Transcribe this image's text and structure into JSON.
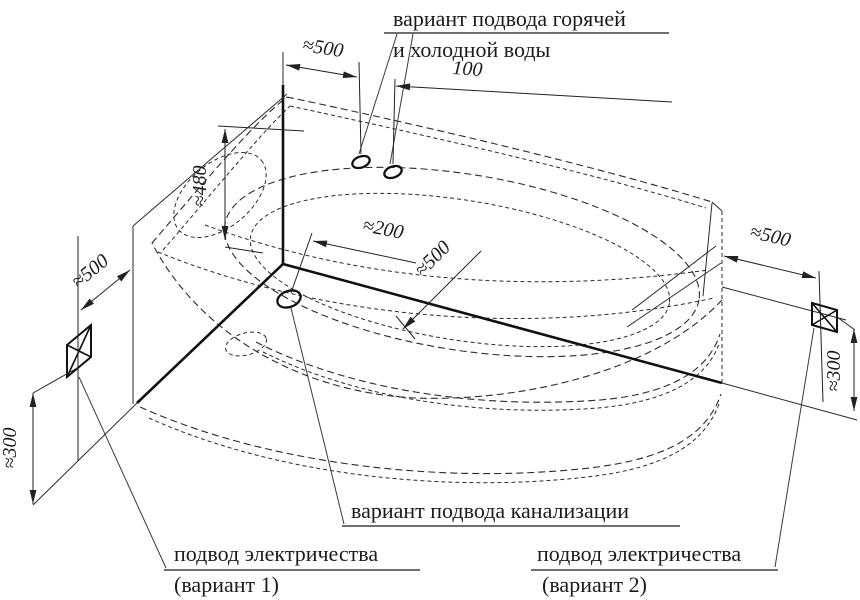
{
  "diagram": {
    "labels": {
      "water_supply_line1": "вариант подвода горячей",
      "water_supply_line2": "и холодной воды",
      "sewage": "вариант подвода канализации",
      "electric1_line1": "подвод электричества",
      "electric1_line2": "(вариант 1)",
      "electric2_line1": "подвод электричества",
      "electric2_line2": "(вариант 2)"
    },
    "dimensions": {
      "top_wall_offset": "≈500",
      "water_points_spacing": "100",
      "water_height": "≈480",
      "drain_corner_offset": "≈200",
      "drain_wall_distance": "≈500",
      "left_outlet_wall_offset": "≈500",
      "left_outlet_height": "≈300",
      "right_outlet_wall_offset": "≈500",
      "right_outlet_height": "≈300"
    },
    "icons": {
      "electric_point": "crossed-box-icon",
      "pipe_point": "ellipse-ring-icon"
    },
    "colors": {
      "ink": "#1b1b1b",
      "background": "#ffffff"
    }
  }
}
